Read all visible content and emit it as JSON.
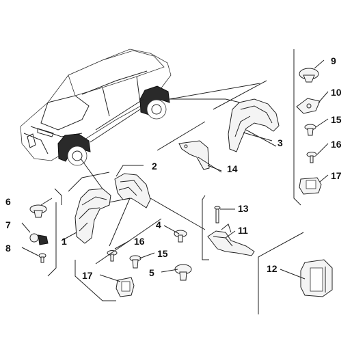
{
  "diagram": {
    "callouts": [
      {
        "id": "1",
        "text": "1"
      },
      {
        "id": "2",
        "text": "2"
      },
      {
        "id": "3",
        "text": "3"
      },
      {
        "id": "4",
        "text": "4"
      },
      {
        "id": "5",
        "text": "5"
      },
      {
        "id": "6",
        "text": "6"
      },
      {
        "id": "7",
        "text": "7"
      },
      {
        "id": "8",
        "text": "8"
      },
      {
        "id": "9",
        "text": "9"
      },
      {
        "id": "10",
        "text": "10"
      },
      {
        "id": "11",
        "text": "11"
      },
      {
        "id": "12",
        "text": "12"
      },
      {
        "id": "13",
        "text": "13"
      },
      {
        "id": "14",
        "text": "14"
      },
      {
        "id": "15a",
        "text": "15"
      },
      {
        "id": "15b",
        "text": "15"
      },
      {
        "id": "16a",
        "text": "16"
      },
      {
        "id": "16b",
        "text": "16"
      },
      {
        "id": "17a",
        "text": "17"
      },
      {
        "id": "17b",
        "text": "17"
      }
    ]
  }
}
